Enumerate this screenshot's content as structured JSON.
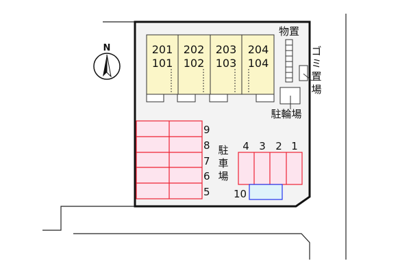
{
  "compass": {
    "label": "N"
  },
  "units": [
    {
      "upper": "201",
      "lower": "101"
    },
    {
      "upper": "202",
      "lower": "102"
    },
    {
      "upper": "203",
      "lower": "103"
    },
    {
      "upper": "204",
      "lower": "104"
    }
  ],
  "labels": {
    "storage": "物置",
    "garbage": [
      "ゴ",
      "ミ",
      "置",
      "場"
    ],
    "bicycle": "駐輪場",
    "parking": [
      "駐",
      "車",
      "場"
    ]
  },
  "parking_left": [
    "9",
    "8",
    "7",
    "6",
    "5"
  ],
  "parking_right": [
    "4",
    "3",
    "2",
    "1"
  ],
  "parking_extra": "10",
  "colors": {
    "building": "#fbf6c8",
    "parking": "#fde4ee",
    "parking_border": "#ee2233",
    "extra": "#dff3fb",
    "extra_border": "#2233ee",
    "site": "#f3f3f3"
  }
}
